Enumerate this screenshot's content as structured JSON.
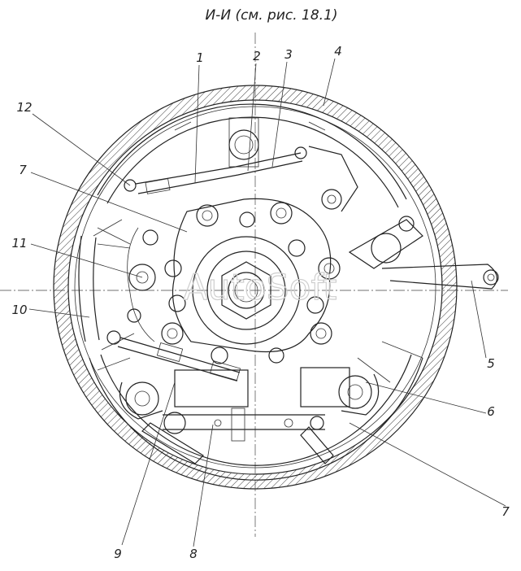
{
  "title": "И-И (см. рис. 18.1)",
  "watermark": "AutoSoft",
  "callouts": [
    {
      "id": "callout-1",
      "text": "1"
    },
    {
      "id": "callout-2",
      "text": "2"
    },
    {
      "id": "callout-3",
      "text": "3"
    },
    {
      "id": "callout-4",
      "text": "4"
    },
    {
      "id": "callout-12",
      "text": "12"
    },
    {
      "id": "callout-7-left",
      "text": "7"
    },
    {
      "id": "callout-11",
      "text": "11"
    },
    {
      "id": "callout-10",
      "text": "10"
    },
    {
      "id": "callout-5",
      "text": "5"
    },
    {
      "id": "callout-6",
      "text": "6"
    },
    {
      "id": "callout-7-right",
      "text": "7"
    },
    {
      "id": "callout-9",
      "text": "9"
    },
    {
      "id": "callout-8",
      "text": "8"
    }
  ]
}
